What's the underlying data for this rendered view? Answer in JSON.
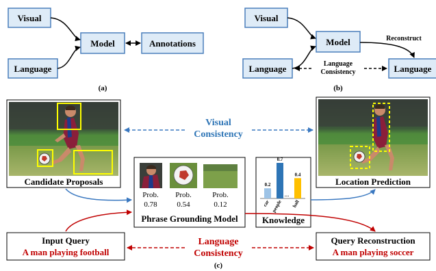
{
  "panel_a": {
    "visual": "Visual",
    "language": "Language",
    "model": "Model",
    "annotations": "Annotations",
    "caption": "(a)"
  },
  "panel_b": {
    "visual": "Visual",
    "language_in": "Language",
    "model": "Model",
    "language_out": "Language",
    "reconstruct": "Reconstruct",
    "consistency_line1": "Language",
    "consistency_line2": "Consistency",
    "caption": "(b)"
  },
  "panel_c": {
    "candidate_proposals": "Candidate Proposals",
    "location_prediction": "Location Prediction",
    "visual_consistency_line1": "Visual",
    "visual_consistency_line2": "Consistency",
    "prob_label": "Prob.",
    "probs": [
      "0.78",
      "0.54",
      "0.12"
    ],
    "grounding_model": "Phrase Grounding Model",
    "knowledge": {
      "title": "Knowledge",
      "bars": [
        {
          "label": "car",
          "value": 0.2,
          "color": "#9DC3E6"
        },
        {
          "label": "people",
          "value": 0.7,
          "color": "#2E75B6"
        },
        {
          "label": "ball",
          "value": 0.4,
          "color": "#FFC000"
        }
      ],
      "value_labels": [
        "0.2",
        "0.7",
        "0.4"
      ],
      "ellipsis": "..."
    },
    "input_query_title": "Input Query",
    "input_query_text": "A man playing football",
    "query_recon_title": "Query Reconstruction",
    "query_recon_text": "A man playing soccer",
    "language_consistency_line1": "Language",
    "language_consistency_line2": "Consistency",
    "caption": "(c)"
  },
  "colors": {
    "box_fill": "#DEEBF7",
    "box_stroke": "#4A7EBB",
    "blue_text": "#2E75B6",
    "red_text": "#C00000",
    "arrow_blue": "#3A78C0",
    "arrow_red": "#C00000",
    "highlight": "#FFFF00"
  }
}
